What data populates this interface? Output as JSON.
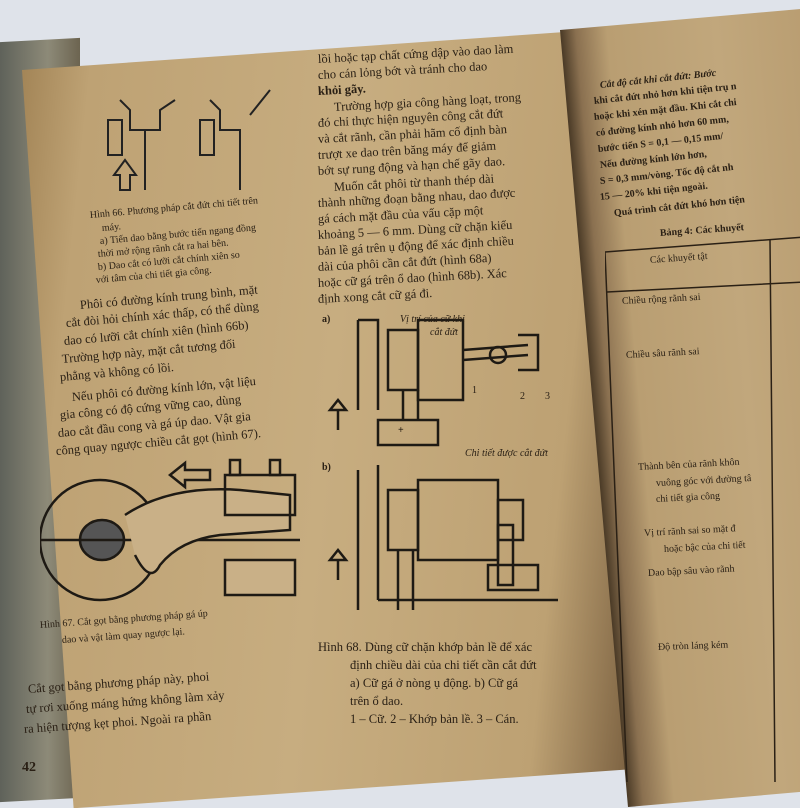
{
  "left_page": {
    "fig66_caption": [
      "Hình 66. Phương pháp cắt đứt chi tiết trên",
      "máy.",
      "a) Tiến dao bằng bước tiến ngang đồng",
      "thời mở rộng rãnh cắt ra hai bên.",
      "b) Dao cắt có lưỡi cắt chính xiên so",
      "với tâm của chi tiết gia công."
    ],
    "para1": [
      "Phôi có đường kính trung bình, mặt",
      "cắt đòi hỏi chính xác thấp, có thể dùng",
      "dao có lưỡi cắt chính xiên (hình 66b)",
      "Trường hợp này, mặt cắt tương đối",
      "phẳng và không có lồi."
    ],
    "para2": [
      "Nếu phôi có đường kính lớn, vật liệu",
      "gia công có độ cứng vững cao, dùng",
      "dao cắt đầu cong và gá úp dao. Vật gia",
      "công quay ngược chiều cắt gọt (hình 67)."
    ],
    "fig67_caption": [
      "Hình 67. Cắt gọt bằng phương pháp gá úp",
      "dao và vật làm quay ngược lại."
    ],
    "para3": [
      "Cắt gọt bằng phương pháp này, phoi",
      "tự rơi xuống máng hứng không làm xảy",
      "ra hiện tượng kẹt phoi. Ngoài ra phần"
    ],
    "page_number": "42"
  },
  "middle_page": {
    "para1": [
      "lồi hoặc tạp chất cứng dập vào dao làm",
      "cho cán lỏng bớt và tránh cho dao",
      "khỏi gãy."
    ],
    "para2": [
      "Trường hợp gia công hàng loạt, trong",
      "đó chỉ thực hiện nguyên công cắt đứt",
      "và cắt rãnh, cần phải hãm cố định bàn",
      "trượt xe dao trên băng máy để giảm",
      "bớt sự rung động và hạn chế gãy dao."
    ],
    "para3": [
      "Muốn cắt phôi từ thanh thép dài",
      "thành những đoạn bằng nhau, dao được",
      "gá cách mặt đầu của vấu cặp một",
      "khoảng 5 — 6 mm. Dùng cữ chặn kiểu",
      "bản lề gá trên ụ động để xác định chiều",
      "dài của phôi cần cắt đứt (hình 68a)",
      "hoặc cữ gá trên ổ dao (hình 68b). Xác",
      "định xong cắt cữ gá đi."
    ],
    "fig68_labels": {
      "a": "a)",
      "b": "b)",
      "pos_label": [
        "Vị trí của cữ khi",
        "cắt đứt"
      ],
      "part_label": "Chi tiết được cắt đứt",
      "n1": "1",
      "n2": "2",
      "n3": "3",
      "plus": "+"
    },
    "fig68_caption": [
      "Hình 68. Dùng cữ chặn khớp bản lề để xác",
      "định chiều dài của chi tiết cần cắt đứt",
      "a) Cữ gá ở nòng ụ động.  b) Cữ gá",
      "trên ổ dao.",
      "1 – Cữ.  2 – Khớp bản lề.  3 – Cán."
    ]
  },
  "right_page": {
    "para": [
      "Cắt độ cắt khi cắt đứt: Bước",
      "khi cắt đứt nhỏ hơn khi tiện trụ n",
      "hoặc khi xén mặt đầu. Khi cắt chi",
      "có đường kính nhỏ hơn 60 mm,",
      "bước tiến S = 0,1 — 0,15 mm/",
      "Nếu đường kính lớn hơn,",
      "S = 0,3 mm/vòng. Tốc độ cắt nh",
      "15 — 20% khi tiện ngoài.",
      "Quá trình cắt đứt khó hơn tiện"
    ],
    "table_title": "Bảng 4: Các khuyết",
    "table_header": "Các khuyết tật",
    "rows": [
      [
        "Chiều rộng rãnh sai"
      ],
      [
        "Chiều sâu rãnh sai"
      ],
      [
        "Thành bên của rãnh khôn",
        "vuông góc với đường tâ",
        "chi tiết gia công"
      ],
      [
        "Vị trí rãnh sai so mặt đ",
        "hoặc bậc của chi tiết"
      ],
      [
        "Dao bập sâu vào rãnh"
      ],
      [
        "Độ tròn láng kém"
      ]
    ]
  }
}
